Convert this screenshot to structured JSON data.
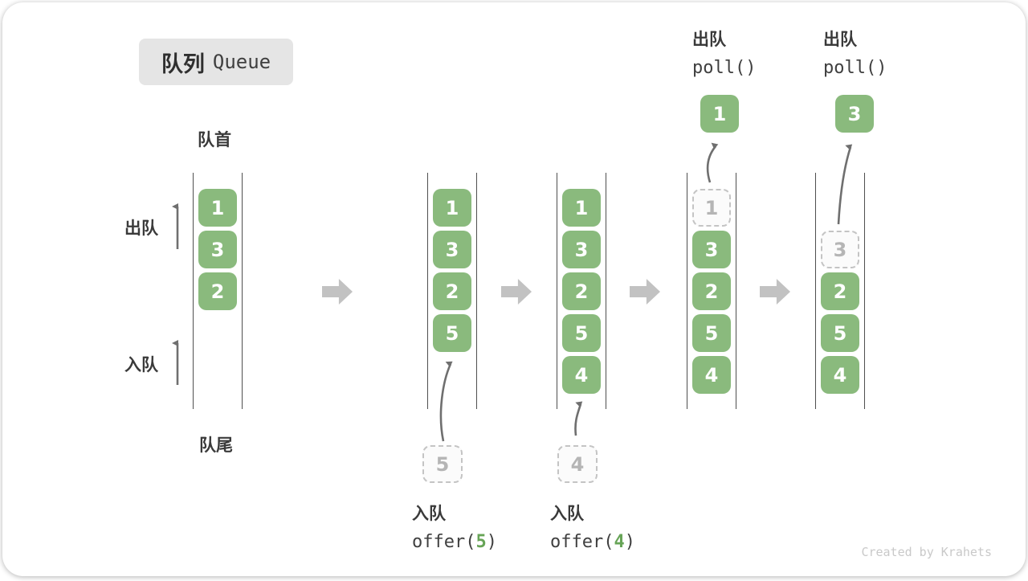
{
  "title": {
    "zh": "队列",
    "en": "Queue"
  },
  "labels": {
    "front": "队首",
    "rear": "队尾",
    "dequeue_side": "出队",
    "enqueue_side": "入队"
  },
  "states": [
    {
      "cells": [
        {
          "v": "1",
          "state": "in-queue"
        },
        {
          "v": "3",
          "state": "in-queue"
        },
        {
          "v": "2",
          "state": "in-queue"
        }
      ]
    },
    {
      "cells": [
        {
          "v": "1",
          "state": "in-queue"
        },
        {
          "v": "3",
          "state": "in-queue"
        },
        {
          "v": "2",
          "state": "in-queue"
        },
        {
          "v": "5",
          "state": "in-queue"
        }
      ]
    },
    {
      "cells": [
        {
          "v": "1",
          "state": "in-queue"
        },
        {
          "v": "3",
          "state": "in-queue"
        },
        {
          "v": "2",
          "state": "in-queue"
        },
        {
          "v": "5",
          "state": "in-queue"
        },
        {
          "v": "4",
          "state": "in-queue"
        }
      ]
    },
    {
      "cells": [
        {
          "v": "1",
          "state": "removed"
        },
        {
          "v": "3",
          "state": "in-queue"
        },
        {
          "v": "2",
          "state": "in-queue"
        },
        {
          "v": "5",
          "state": "in-queue"
        },
        {
          "v": "4",
          "state": "in-queue"
        }
      ]
    },
    {
      "cells": [
        {
          "v": "3",
          "state": "removed"
        },
        {
          "v": "2",
          "state": "in-queue"
        },
        {
          "v": "5",
          "state": "in-queue"
        },
        {
          "v": "4",
          "state": "in-queue"
        }
      ]
    }
  ],
  "operations": {
    "enqueue1": {
      "label": "入队",
      "code_prefix": "offer(",
      "arg": "5",
      "code_suffix": ")",
      "staged_value": "5"
    },
    "enqueue2": {
      "label": "入队",
      "code_prefix": "offer(",
      "arg": "4",
      "code_suffix": ")",
      "staged_value": "4"
    },
    "dequeue1": {
      "label": "出队",
      "code": "poll()",
      "popped_value": "1"
    },
    "dequeue2": {
      "label": "出队",
      "code": "poll()",
      "popped_value": "3"
    }
  },
  "footer": {
    "credit": "Created by Krahets"
  },
  "colors": {
    "cell_green": "#8aba7d",
    "accent_green": "#67a457",
    "block_arrow_gray": "#c2c2c2",
    "thin_arrow_gray": "#6f6f6f",
    "title_box_bg": "#e5e5e5",
    "dashed_border": "#c4c4c4",
    "text_dark": "#3a3a3a"
  }
}
